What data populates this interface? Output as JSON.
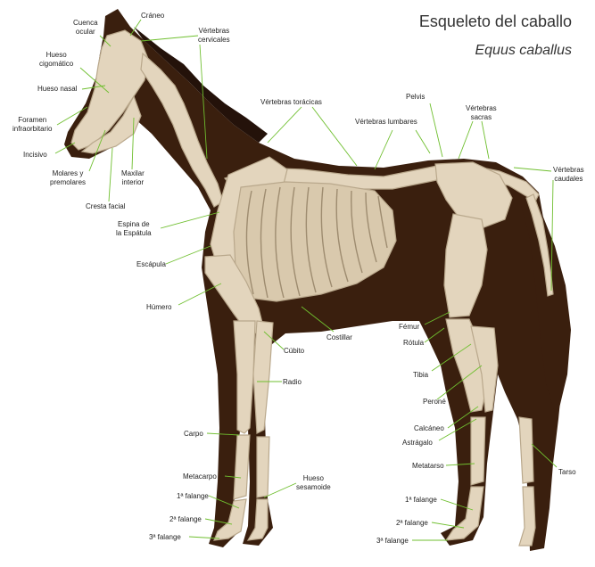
{
  "title": "Esqueleto del caballo",
  "subtitle": "Equus caballus",
  "colors": {
    "coat": "#3a1f0e",
    "bone": "#e3d5bd",
    "bone_edge": "#b9a88c",
    "leader": "#6fbf2f"
  },
  "labels": {
    "craneo": "Cráneo",
    "cuenca_ocular": "Cuenca\nocular",
    "vert_cervicales": "Vértebras\ncervicales",
    "hueso_cigomatico": "Hueso\ncigomático",
    "hueso_nasal": "Hueso nasal",
    "foramen": "Foramen\ninfraorbitario",
    "incisivo": "Incisivo",
    "molares": "Molares y\npremolares",
    "maxilar": "Maxilar\ninterior",
    "cresta_facial": "Cresta facial",
    "vert_toracicas": "Vértebras torácicas",
    "vert_lumbares": "Vértebras lumbares",
    "pelvis": "Pelvis",
    "vert_sacras": "Vértebras\nsacras",
    "vert_caudales": "Vértebras\ncaudales",
    "espina_escapula": "Espina de\nla Espátula",
    "escapula": "Escápula",
    "humero": "Húmero",
    "costillar": "Costillar",
    "cubito": "Cúbito",
    "radio": "Radio",
    "femur": "Fémur",
    "rotula": "Rótula",
    "tibia": "Tibia",
    "perone": "Peroné",
    "calcaneo": "Calcáneo",
    "astragalo": "Astrágalo",
    "carpo": "Carpo",
    "metacarpo": "Metacarpo",
    "hueso_sesamoide": "Hueso\nsesamoide",
    "metatarso": "Metatarso",
    "tarso": "Tarso",
    "falange1_front": "1ª falange",
    "falange2_front": "2ª falange",
    "falange3_front": "3ª falange",
    "falange1_hind": "1ª falange",
    "falange2_hind": "2ª falange",
    "falange3_hind": "3ª falange"
  }
}
